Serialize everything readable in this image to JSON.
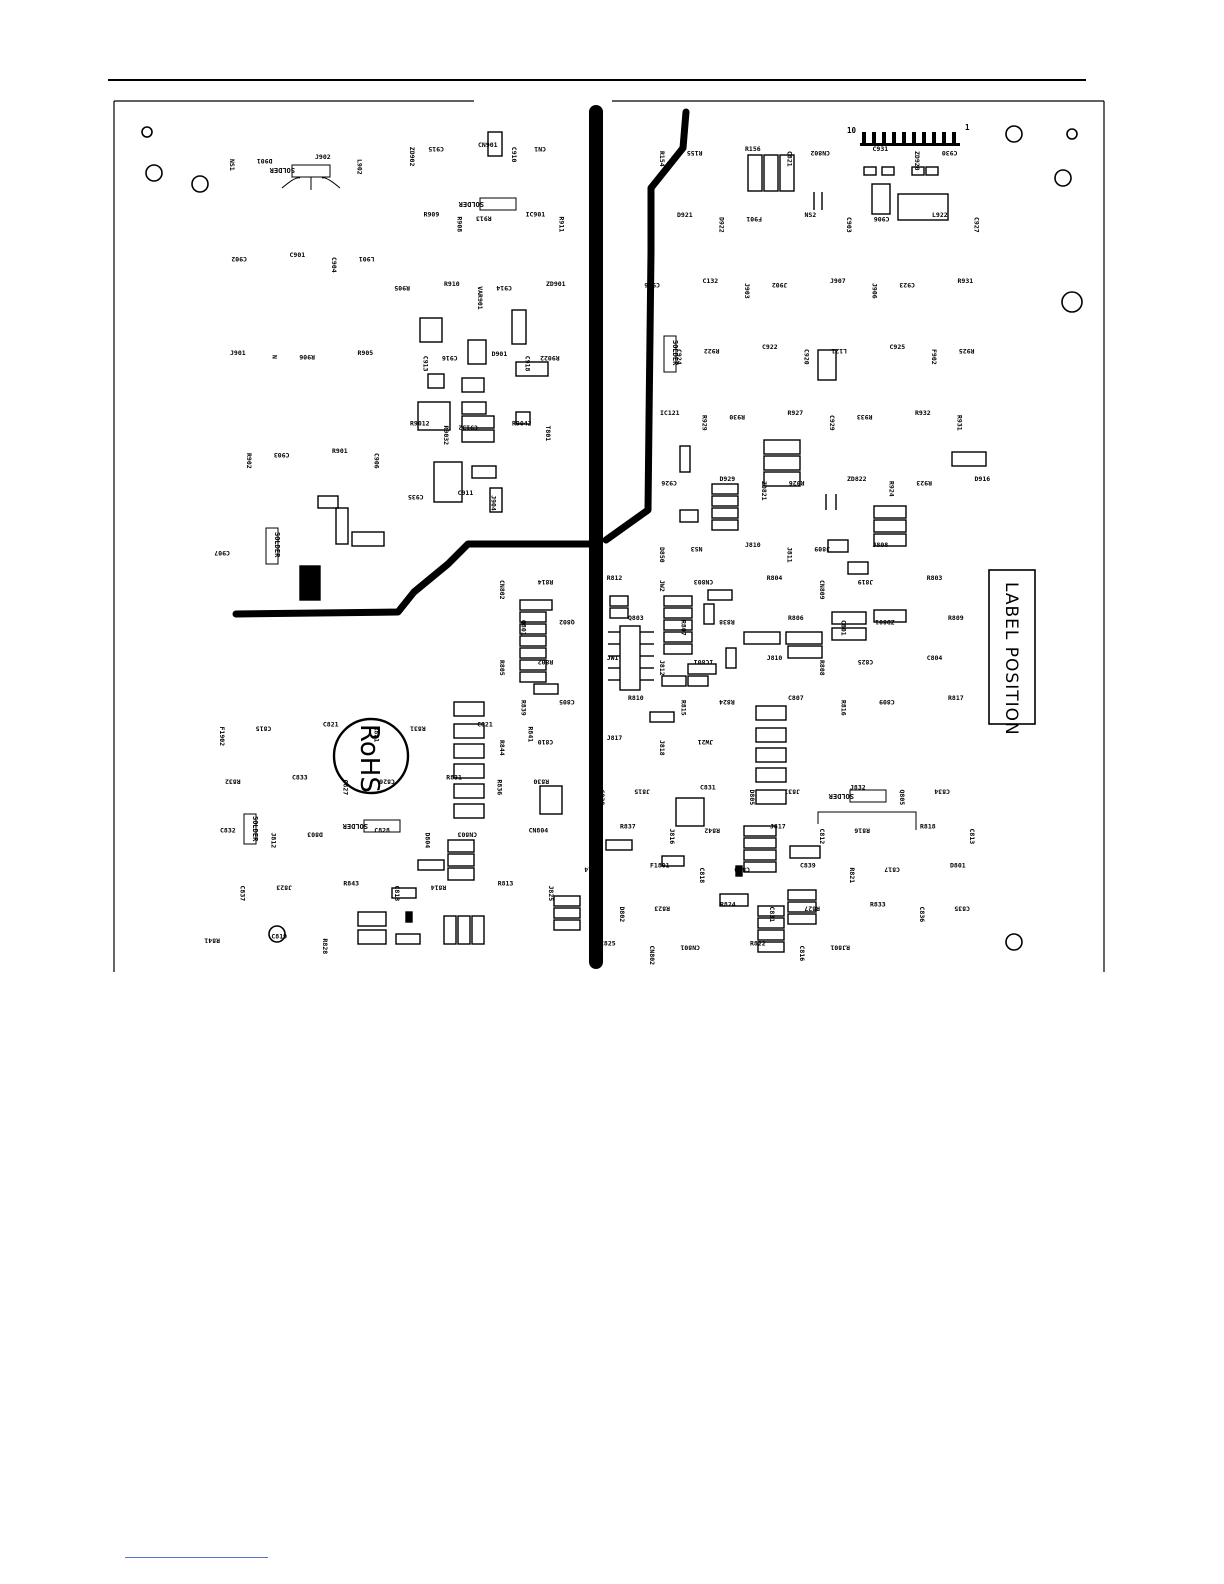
{
  "board": {
    "label_position": "LABEL POSITION",
    "rohs_mark": "RoHS",
    "solder_label": "SOLDER",
    "connector_pin_numbers": [
      "10",
      "1"
    ]
  },
  "components": {
    "top_left": [
      "NS1",
      "D901",
      "J902",
      "L902",
      "C902",
      "C901",
      "C904",
      "L901",
      "J901",
      "N",
      "R906",
      "R905",
      "R902",
      "C903",
      "R901",
      "C906",
      "C907"
    ],
    "top_middle": [
      "ZD902",
      "C915",
      "CN901",
      "C910",
      "CN1",
      "R909",
      "R908",
      "R913",
      "IC901",
      "R911",
      "R905",
      "R910",
      "VAR901",
      "C914",
      "ZD901",
      "C913",
      "C916",
      "D901",
      "C918",
      "R9022",
      "R9012",
      "R9032",
      "C9132",
      "R9042",
      "T801",
      "C935",
      "C911",
      "J904"
    ],
    "top_right": [
      "R154",
      "R155",
      "R156",
      "C821",
      "CN802",
      "C931",
      "ZD920",
      "C930",
      "D921",
      "D922",
      "F901",
      "NS2",
      "C903",
      "C906",
      "L922",
      "C927",
      "C926",
      "C132",
      "J903",
      "J902",
      "J907",
      "J906",
      "C923",
      "R931",
      "C924",
      "R922",
      "C922",
      "C920",
      "L121",
      "C925",
      "F902",
      "R925",
      "IC121",
      "R929",
      "R930",
      "R927",
      "C929",
      "R933",
      "R932",
      "R931",
      "C926",
      "D929",
      "ZD821",
      "R926",
      "ZD822",
      "R924",
      "R923",
      "D916",
      "D850",
      "NS3",
      "J810",
      "J811",
      "J809",
      "J808"
    ],
    "middle": [
      "CN802",
      "R814",
      "R812",
      "JW2",
      "CN803",
      "R804",
      "CN809",
      "J819",
      "R803",
      "Q801",
      "Q802",
      "Q803",
      "R807",
      "R838",
      "R806",
      "C801",
      "ZD801",
      "R809",
      "R805",
      "R802",
      "JW1",
      "J812",
      "IC801",
      "J810",
      "R808",
      "C825",
      "C804",
      "R839",
      "C805",
      "R810",
      "R815",
      "R824",
      "C807",
      "R816",
      "C809",
      "R817",
      "R844",
      "C810",
      "J817",
      "J818",
      "JW21"
    ],
    "bottom_left": [
      "F1902",
      "C815",
      "C821",
      "R821",
      "R831",
      "C821",
      "R841",
      "R832",
      "C833",
      "C827",
      "C826",
      "R831",
      "R836",
      "R830",
      "C832",
      "J812",
      "D803",
      "C828",
      "D804",
      "CN803",
      "CN804",
      "C837",
      "J823",
      "R843",
      "C813",
      "R814",
      "R813",
      "J825",
      "R841",
      "C819",
      "R828"
    ],
    "bottom_middle": [
      "C828",
      "J815",
      "C831",
      "D805",
      "J831",
      "J832",
      "Q805",
      "C834",
      "R837",
      "J816",
      "R842",
      "J817",
      "C812",
      "R816",
      "R818",
      "C813",
      "C814",
      "F1801",
      "C818",
      "C830",
      "C839",
      "R821",
      "C817",
      "D801",
      "D802",
      "R823",
      "R824",
      "C831",
      "R827",
      "R833",
      "C836",
      "C835",
      "C825",
      "CN802",
      "CN801",
      "R822",
      "C816",
      "RJ801"
    ]
  }
}
